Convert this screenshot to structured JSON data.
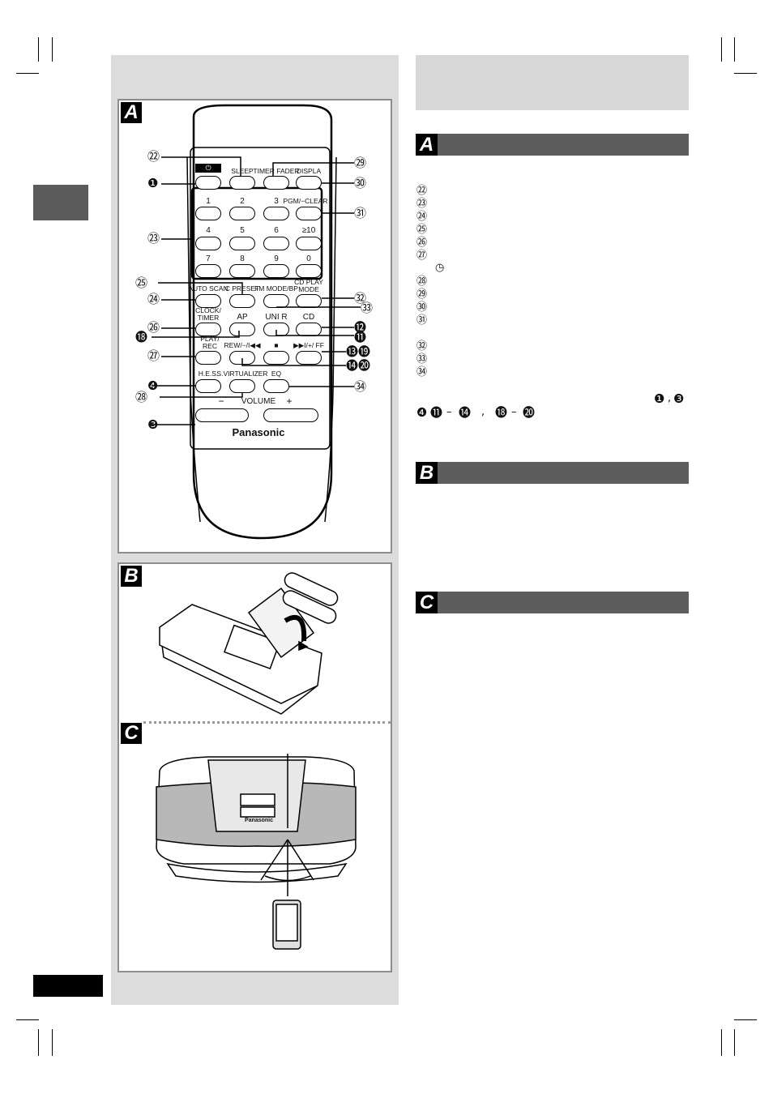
{
  "left_panel": {
    "section_a_letter": "A",
    "section_b_letter": "B",
    "section_c_letter": "C"
  },
  "remote": {
    "brand": "Panasonic",
    "power_symbol": "⏻",
    "top_labels": [
      "SLEEP",
      "TIMER FADER",
      "DISPLA"
    ],
    "digits": [
      "1",
      "2",
      "3",
      "4",
      "5",
      "6",
      "≥10",
      "7",
      "8",
      "9",
      "0"
    ],
    "pgm_clear": "PGM/−CLEAR",
    "row_labels_1": [
      "AUTO SCAN",
      "C PRESET",
      "FM MODE/BP",
      "CD PLAY MODE"
    ],
    "clock_timer": "CLOCK/ TIMER",
    "source_labels": [
      "AP",
      "UNI R",
      "CD"
    ],
    "play_rec": "PLAY/ REC",
    "transport_labels": [
      "REW/−/I◀◀",
      "■",
      "▶▶I/+/ FF"
    ],
    "hes": "H.E.S.",
    "svirtualizer": "S.VIRTUALIZER",
    "eq": "EQ",
    "volume": "VOLUME",
    "vol_minus": "−",
    "vol_plus": "+",
    "callouts_left": [
      "㉒",
      "❶",
      "㉓",
      "㉕",
      "㉔",
      "㉖",
      "⓲",
      "㉗",
      "❹",
      "㉘",
      "❸"
    ],
    "callouts_right": [
      "㉙",
      "㉚",
      "㉛",
      "㉜",
      "㉝",
      "⓬",
      "⓫",
      "⓭⓳",
      "⓮⓴",
      "㉞"
    ]
  },
  "unit_brand": "Panasonic",
  "right": {
    "bar_a_letter": "A",
    "bar_b_letter": "B",
    "bar_c_letter": "C",
    "list_numbers": [
      "㉒",
      "㉓",
      "㉔",
      "㉕",
      "㉖",
      "㉗",
      "㉘",
      "㉙",
      "㉚",
      "㉛",
      "㉜",
      "㉝",
      "㉞"
    ],
    "clock_symbol": "◷",
    "ref_row1": [
      "❶",
      ",",
      "❸"
    ],
    "ref_row2": [
      "❹",
      "⓫",
      "–",
      "⓮",
      ",",
      "⓲",
      "–",
      "⓴"
    ]
  },
  "colors": {
    "panel_gray": "#dcdcdc",
    "bar_gray": "#5d5d5d",
    "header_gray": "#d7d7d7"
  }
}
